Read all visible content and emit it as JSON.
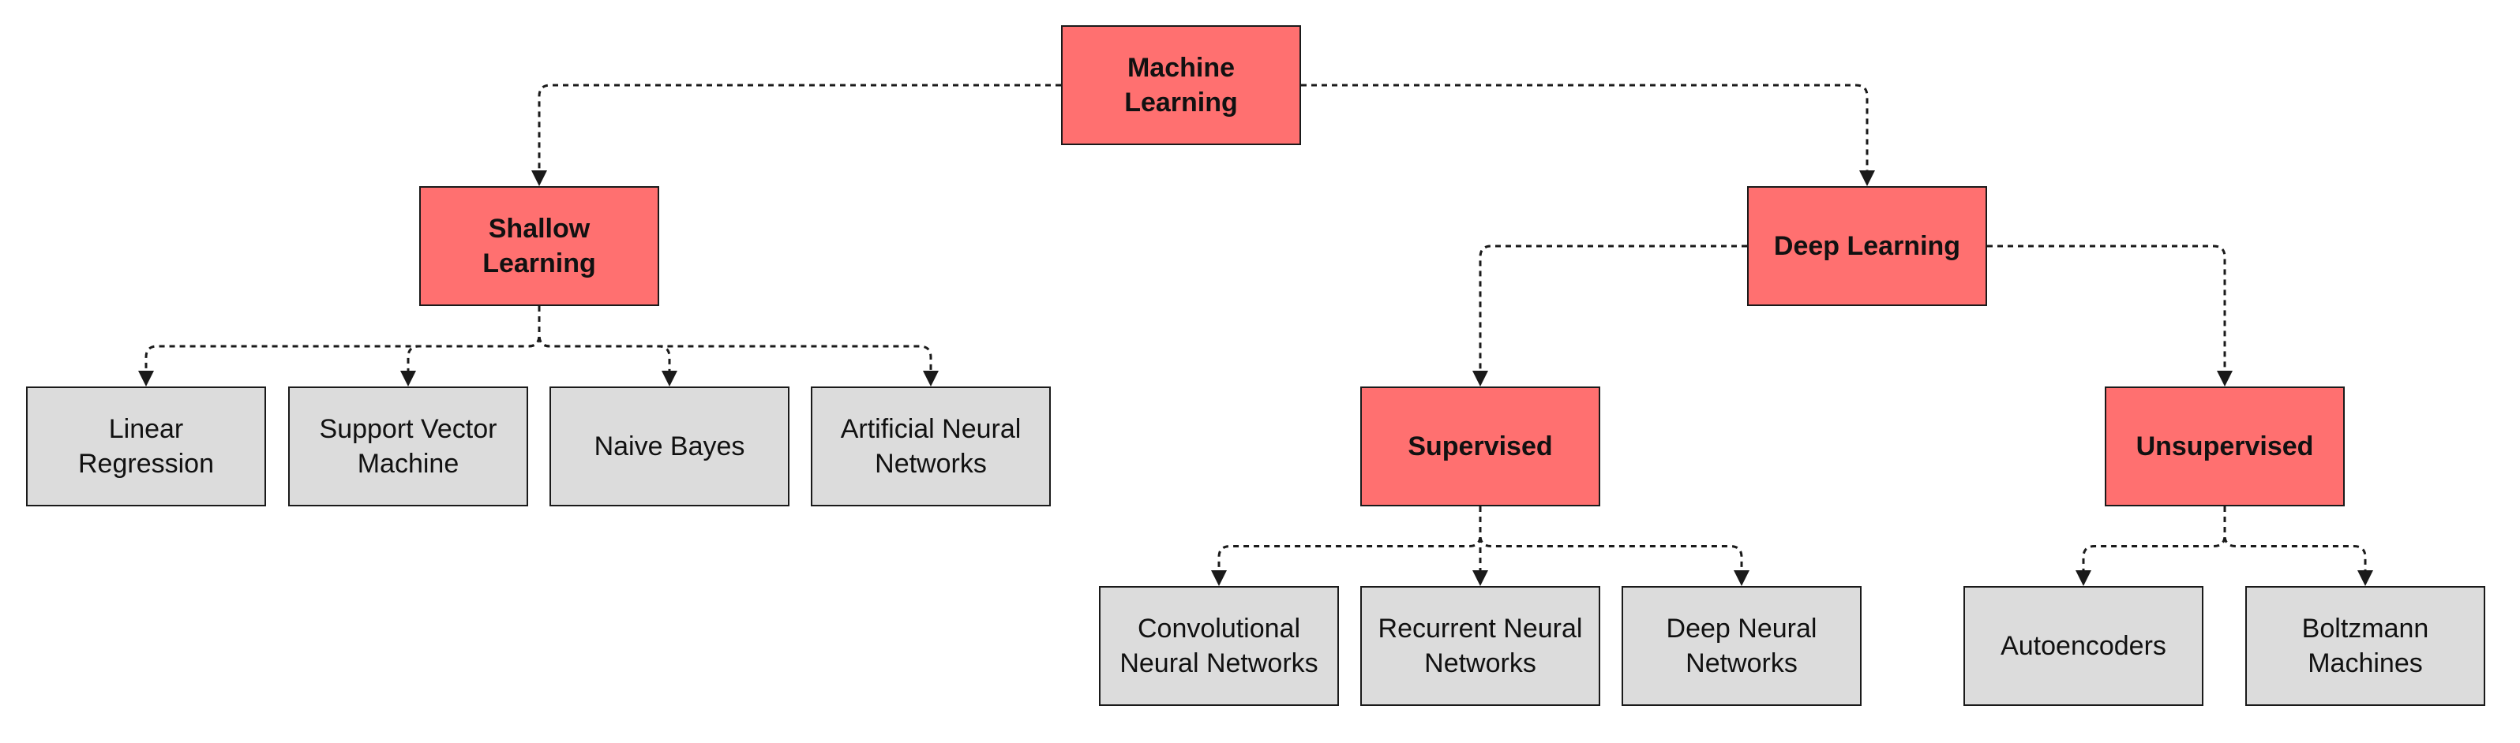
{
  "diagram": {
    "colors": {
      "category_fill": "#ff7070",
      "leaf_fill": "#dcdcdc",
      "line": "#1a1a1a"
    },
    "line_style": "dashed",
    "nodes": {
      "machine_learning": "Machine\nLearning",
      "shallow_learning": "Shallow\nLearning",
      "deep_learning": "Deep Learning",
      "supervised": "Supervised",
      "unsupervised": "Unsupervised",
      "linear_regression": "Linear\nRegression",
      "svm": "Support Vector\nMachine",
      "naive_bayes": "Naive Bayes",
      "ann": "Artificial Neural\nNetworks",
      "cnn": "Convolutional\nNeural Networks",
      "rnn": "Recurrent Neural\nNetworks",
      "dnn": "Deep Neural\nNetworks",
      "autoencoders": "Autoencoders",
      "boltzmann": "Boltzmann\nMachines"
    },
    "edges": [
      [
        "machine_learning",
        "shallow_learning"
      ],
      [
        "machine_learning",
        "deep_learning"
      ],
      [
        "shallow_learning",
        "linear_regression"
      ],
      [
        "shallow_learning",
        "svm"
      ],
      [
        "shallow_learning",
        "naive_bayes"
      ],
      [
        "shallow_learning",
        "ann"
      ],
      [
        "deep_learning",
        "supervised"
      ],
      [
        "deep_learning",
        "unsupervised"
      ],
      [
        "supervised",
        "cnn"
      ],
      [
        "supervised",
        "rnn"
      ],
      [
        "supervised",
        "dnn"
      ],
      [
        "unsupervised",
        "autoencoders"
      ],
      [
        "unsupervised",
        "boltzmann"
      ]
    ]
  }
}
